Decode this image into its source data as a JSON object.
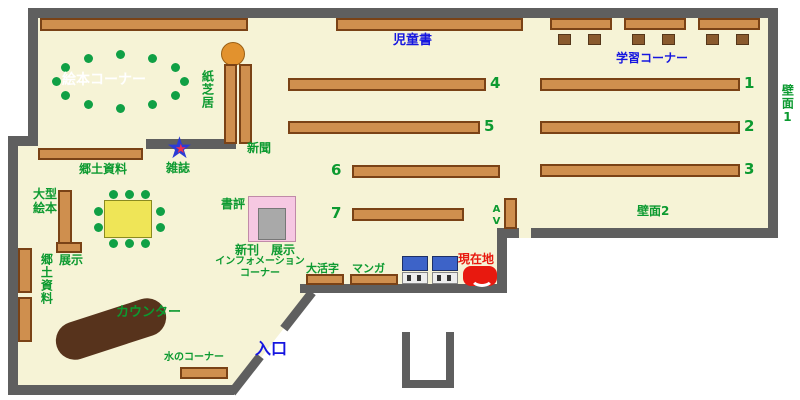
{
  "colors": {
    "floor": "#f6f3d6",
    "wall": "#5f5f5f",
    "shelf": "#cf8f4e",
    "shelf_border": "#7a4216",
    "label_green": "#0c9a30",
    "label_blue": "#1616e0",
    "label_red": "#e8190f",
    "counter": "#57331c",
    "table_yellow": "#efe557",
    "exhibit_pink": "#f6c8e2",
    "exhibit_gray": "#a9a9a9",
    "circle_orange": "#e2922e",
    "seat_green": "#10a045",
    "seat_brown": "#8a5a2e",
    "machine_blue": "#3d63c8",
    "machine_base": "#ededed",
    "star_blue": "#2b3bd5",
    "star_red": "#f03050"
  },
  "areas": {
    "ehon_corner": "絵本コーナー",
    "kamishibai": "紙芝居",
    "jidosho": "児童書",
    "gakushu_corner": "学習コーナー",
    "hekimen1": "壁面1",
    "hekimen2": "壁面2",
    "shinbun": "新聞",
    "zasshi": "雑誌",
    "kyodo_shiryo_upper": "郷土資料",
    "ogata_ehon": "大型\n絵本",
    "tenji_left": "展示",
    "kyodo_shiryo_lower": "郷土資料",
    "shohyo": "書評",
    "shinkan": "新刊",
    "tenji_center": "展示",
    "information_corner": "インフォメーション\nコーナー",
    "daikatsuji": "大活字",
    "manga": "マンガ",
    "genzaichi": "現在地",
    "counter": "カウンター",
    "mizu_corner": "水のコーナー",
    "iriguchi": "入口",
    "av": "AV"
  },
  "numbers": {
    "n1": "1",
    "n2": "2",
    "n3": "3",
    "n4": "4",
    "n5": "5",
    "n6": "6",
    "n7": "7"
  },
  "icons": {
    "star": "★"
  }
}
